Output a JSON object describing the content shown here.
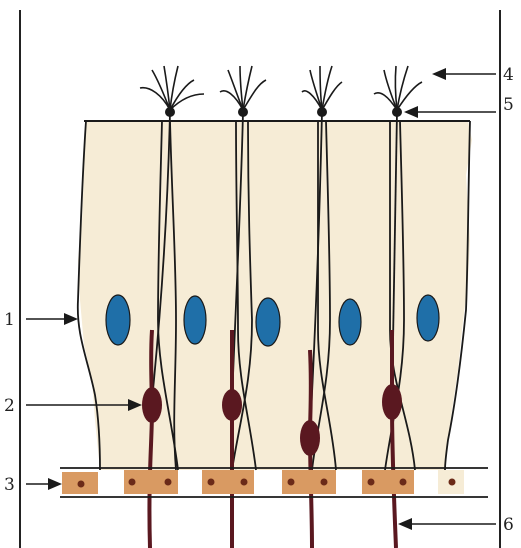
{
  "labels": [
    {
      "id": "1",
      "text": "1"
    },
    {
      "id": "2",
      "text": "2"
    },
    {
      "id": "3",
      "text": "3"
    },
    {
      "id": "4",
      "text": "4"
    },
    {
      "id": "5",
      "text": "5"
    },
    {
      "id": "6",
      "text": "6"
    }
  ],
  "colors": {
    "background": "#ffffff",
    "epithelium_fill": "#f6ecd6",
    "nucleus": "#1f6fa8",
    "receptor_cell_body": "#5a1820",
    "axon": "#5a1820",
    "basal_cell": "#d99a62",
    "basal_nucleus": "#6b2a18",
    "outline": "#1a1a1a"
  }
}
